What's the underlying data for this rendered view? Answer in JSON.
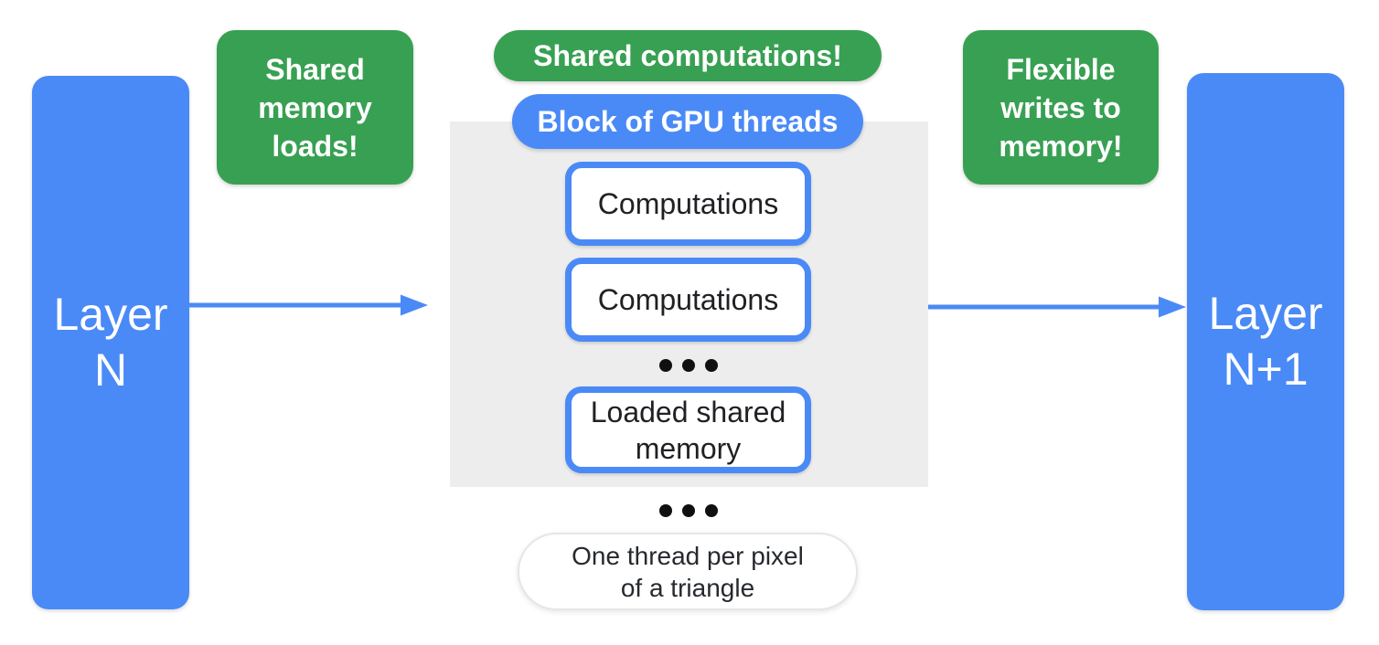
{
  "diagram": {
    "left_layer": {
      "lines": [
        "Layer",
        "N"
      ]
    },
    "right_layer": {
      "lines": [
        "Layer",
        "N+1"
      ]
    },
    "callouts": {
      "shared_memory_loads": {
        "lines": [
          "Shared",
          "memory",
          "loads!"
        ]
      },
      "shared_computations": {
        "label": "Shared computations!"
      },
      "flexible_writes": {
        "lines": [
          "Flexible",
          "writes to",
          "memory!"
        ]
      }
    },
    "gpu_block": {
      "title": "Block of GPU threads",
      "boxes": [
        {
          "label": "Computations"
        },
        {
          "label": "Computations"
        },
        {
          "label": "Loaded shared memory"
        }
      ]
    },
    "footnote": {
      "lines": [
        "One thread per pixel",
        "of a triangle"
      ]
    },
    "icons": {
      "ellipsis_in_block": "ellipsis-dots",
      "ellipsis_below_block": "ellipsis-dots",
      "arrow_layer_n_to_block": "right-arrow",
      "arrow_block_to_layer_n1": "right-arrow"
    },
    "colors": {
      "blue": "#4A8AF7",
      "green": "#38A052",
      "block_background": "#EDEDED",
      "dark_text": "#202124"
    }
  }
}
